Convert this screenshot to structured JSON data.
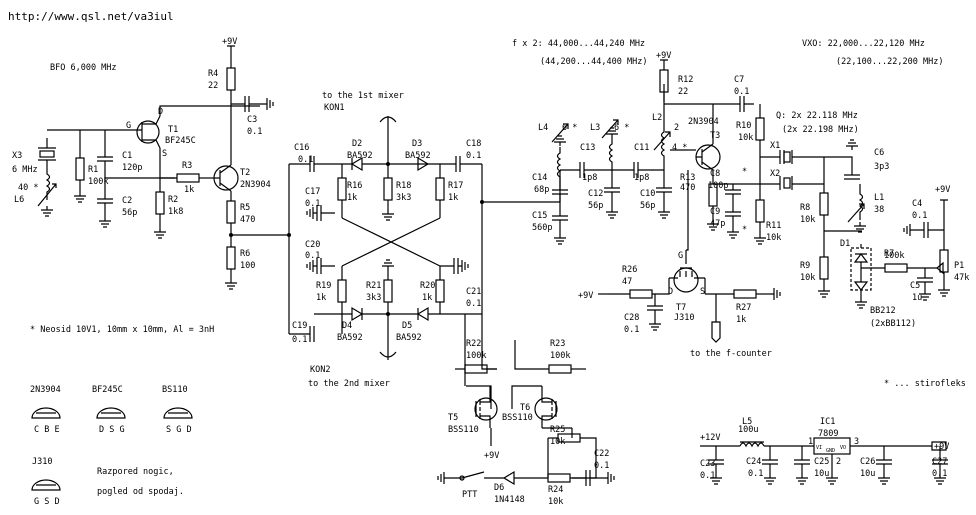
{
  "header": {
    "url": "http://www.qsl.net/va3iul",
    "bfo": "BFO  6,000 MHz",
    "fx2_line1": "f x 2: 44,000...44,240 MHz",
    "fx2_line2": "(44,200...44,400 MHz)",
    "vxo_line1": "VXO: 22,000...22,120 MHz",
    "vxo_line2": "(22,100...22,200 MHz)"
  },
  "notes": {
    "neosid": "* Neosid 10V1, 10mm x 10mm, Al = 3nH",
    "stirofleks": "* ... stirofleks",
    "pinout_line1": "Razpored nogic,",
    "pinout_line2": "pogled od spodaj."
  },
  "connectors": {
    "kon1": "KON1",
    "kon1_label": "to the 1st mixer",
    "kon2": "KON2",
    "kon2_label": "to the 2nd mixer",
    "fcounter": "to the f-counter",
    "ptt": "PTT"
  },
  "rails": {
    "v9": "+9V",
    "v12": "+12V"
  },
  "packages": [
    {
      "name": "2N3904",
      "pins": "C B E"
    },
    {
      "name": "BF245C",
      "pins": "D S G"
    },
    {
      "name": "BS110",
      "pins": "S G D"
    },
    {
      "name": "J310",
      "pins": "G S D"
    }
  ],
  "labels": [
    {
      "id": "x3",
      "t": "X3"
    },
    {
      "id": "x3v",
      "t": "6 MHz"
    },
    {
      "id": "l6v",
      "t": "40 *"
    },
    {
      "id": "l6",
      "t": "L6"
    },
    {
      "id": "r1",
      "t": "R1"
    },
    {
      "id": "r1v",
      "t": "100k"
    },
    {
      "id": "c1",
      "t": "C1"
    },
    {
      "id": "c1v",
      "t": "120p"
    },
    {
      "id": "c2",
      "t": "C2"
    },
    {
      "id": "c2v",
      "t": "56p"
    },
    {
      "id": "t1",
      "t": "T1"
    },
    {
      "id": "t1v",
      "t": "BF245C"
    },
    {
      "id": "t1g",
      "t": "G"
    },
    {
      "id": "t1d",
      "t": "D"
    },
    {
      "id": "t1s",
      "t": "S"
    },
    {
      "id": "r3",
      "t": "R3"
    },
    {
      "id": "r3v",
      "t": "1k"
    },
    {
      "id": "r2",
      "t": "R2"
    },
    {
      "id": "r2v",
      "t": "1k8"
    },
    {
      "id": "r4",
      "t": "R4"
    },
    {
      "id": "r4v",
      "t": "22"
    },
    {
      "id": "c3",
      "t": "C3"
    },
    {
      "id": "c3v",
      "t": "0.1"
    },
    {
      "id": "t2",
      "t": "T2"
    },
    {
      "id": "t2v",
      "t": "2N3904"
    },
    {
      "id": "r5",
      "t": "R5"
    },
    {
      "id": "r5v",
      "t": "470"
    },
    {
      "id": "r6",
      "t": "R6"
    },
    {
      "id": "r6v",
      "t": "100"
    },
    {
      "id": "c16",
      "t": "C16"
    },
    {
      "id": "c16v",
      "t": "0.1"
    },
    {
      "id": "d2",
      "t": "D2"
    },
    {
      "id": "d2v",
      "t": "BA592"
    },
    {
      "id": "d3",
      "t": "D3"
    },
    {
      "id": "d3v",
      "t": "BA592"
    },
    {
      "id": "c18",
      "t": "C18"
    },
    {
      "id": "c18v",
      "t": "0.1"
    },
    {
      "id": "c17",
      "t": "C17"
    },
    {
      "id": "c17v",
      "t": "0.1"
    },
    {
      "id": "r16",
      "t": "R16"
    },
    {
      "id": "r16v",
      "t": "1k"
    },
    {
      "id": "r18",
      "t": "R18"
    },
    {
      "id": "r18v",
      "t": "3k3"
    },
    {
      "id": "r17",
      "t": "R17"
    },
    {
      "id": "r17v",
      "t": "1k"
    },
    {
      "id": "c20",
      "t": "C20"
    },
    {
      "id": "c20v",
      "t": "0.1"
    },
    {
      "id": "r19",
      "t": "R19"
    },
    {
      "id": "r19v",
      "t": "1k"
    },
    {
      "id": "r21",
      "t": "R21"
    },
    {
      "id": "r21v",
      "t": "3k3"
    },
    {
      "id": "r20",
      "t": "R20"
    },
    {
      "id": "r20v",
      "t": "1k"
    },
    {
      "id": "c21",
      "t": "C21"
    },
    {
      "id": "c21v",
      "t": "0.1"
    },
    {
      "id": "c19",
      "t": "C19"
    },
    {
      "id": "c19v",
      "t": "0.1"
    },
    {
      "id": "d4",
      "t": "D4"
    },
    {
      "id": "d4v",
      "t": "BA592"
    },
    {
      "id": "d5",
      "t": "D5"
    },
    {
      "id": "d5v",
      "t": "BA592"
    },
    {
      "id": "r22",
      "t": "R22"
    },
    {
      "id": "r22v",
      "t": "100k"
    },
    {
      "id": "r23",
      "t": "R23"
    },
    {
      "id": "r23v",
      "t": "100k"
    },
    {
      "id": "t5",
      "t": "T5"
    },
    {
      "id": "t5v",
      "t": "BSS110"
    },
    {
      "id": "t6",
      "t": "T6"
    },
    {
      "id": "t6v",
      "t": "BSS110"
    },
    {
      "id": "r25",
      "t": "R25"
    },
    {
      "id": "r25v",
      "t": "10k"
    },
    {
      "id": "c22",
      "t": "C22"
    },
    {
      "id": "c22v",
      "t": "0.1"
    },
    {
      "id": "d6",
      "t": "D6"
    },
    {
      "id": "d6v",
      "t": "1N4148"
    },
    {
      "id": "r24",
      "t": "R24"
    },
    {
      "id": "r24v",
      "t": "10k"
    },
    {
      "id": "l4",
      "t": "L4"
    },
    {
      "id": "l4v",
      "t": "6 *"
    },
    {
      "id": "l3",
      "t": "L3"
    },
    {
      "id": "l3v",
      "t": "6 *"
    },
    {
      "id": "l2",
      "t": "L2"
    },
    {
      "id": "l2a",
      "t": "2"
    },
    {
      "id": "l2b",
      "t": "4 *"
    },
    {
      "id": "c14",
      "t": "C14"
    },
    {
      "id": "c14v",
      "t": "68p"
    },
    {
      "id": "c15",
      "t": "C15"
    },
    {
      "id": "c15v",
      "t": "560p"
    },
    {
      "id": "c13",
      "t": "C13"
    },
    {
      "id": "c13v",
      "t": "1p8"
    },
    {
      "id": "c11",
      "t": "C11"
    },
    {
      "id": "c11v",
      "t": "1p8"
    },
    {
      "id": "c12",
      "t": "C12"
    },
    {
      "id": "c12v",
      "t": "56p"
    },
    {
      "id": "c10",
      "t": "C10"
    },
    {
      "id": "c10v",
      "t": "56p"
    },
    {
      "id": "r12",
      "t": "R12"
    },
    {
      "id": "r12v",
      "t": "22"
    },
    {
      "id": "c7",
      "t": "C7"
    },
    {
      "id": "c7v",
      "t": "0.1"
    },
    {
      "id": "t3",
      "t": "T3"
    },
    {
      "id": "t3v",
      "t": "2N3904"
    },
    {
      "id": "r10",
      "t": "R10"
    },
    {
      "id": "r10v",
      "t": "10k"
    },
    {
      "id": "r13",
      "t": "R13"
    },
    {
      "id": "r13v",
      "t": "470"
    },
    {
      "id": "c8",
      "t": "C8"
    },
    {
      "id": "c8v",
      "t": "100p"
    },
    {
      "id": "c8s",
      "t": "*"
    },
    {
      "id": "c9",
      "t": "C9"
    },
    {
      "id": "c9v",
      "t": "47p"
    },
    {
      "id": "c9s",
      "t": "*"
    },
    {
      "id": "r11",
      "t": "R11"
    },
    {
      "id": "r11v",
      "t": "10k"
    },
    {
      "id": "q",
      "t": "Q: 2x 22.118 MHz"
    },
    {
      "id": "q2",
      "t": "(2x 22.198 MHz)"
    },
    {
      "id": "x1",
      "t": "X1"
    },
    {
      "id": "x2",
      "t": "X2"
    },
    {
      "id": "c6",
      "t": "C6"
    },
    {
      "id": "c6v",
      "t": "3p3"
    },
    {
      "id": "l1",
      "t": "L1"
    },
    {
      "id": "l1v",
      "t": "38"
    },
    {
      "id": "r8",
      "t": "R8"
    },
    {
      "id": "r8v",
      "t": "10k"
    },
    {
      "id": "r9",
      "t": "R9"
    },
    {
      "id": "r9v",
      "t": "10k"
    },
    {
      "id": "d1",
      "t": "D1"
    },
    {
      "id": "r7",
      "t": "R7"
    },
    {
      "id": "r7v",
      "t": "100k"
    },
    {
      "id": "c4",
      "t": "C4"
    },
    {
      "id": "c4v",
      "t": "0.1"
    },
    {
      "id": "c5",
      "t": "C5"
    },
    {
      "id": "c5v",
      "t": "1u"
    },
    {
      "id": "p1",
      "t": "P1"
    },
    {
      "id": "p1v",
      "t": "47k"
    },
    {
      "id": "bb",
      "t": "BB212"
    },
    {
      "id": "bb2",
      "t": "(2xBB112)"
    },
    {
      "id": "r26",
      "t": "R26"
    },
    {
      "id": "r26v",
      "t": "47"
    },
    {
      "id": "c28",
      "t": "C28"
    },
    {
      "id": "c28v",
      "t": "0.1"
    },
    {
      "id": "t7",
      "t": "T7"
    },
    {
      "id": "t7v",
      "t": "J310"
    },
    {
      "id": "t7g",
      "t": "G"
    },
    {
      "id": "t7d",
      "t": "D"
    },
    {
      "id": "t7s",
      "t": "S"
    },
    {
      "id": "r27",
      "t": "R27"
    },
    {
      "id": "r27v",
      "t": "1k"
    },
    {
      "id": "l5",
      "t": "L5"
    },
    {
      "id": "l5v",
      "t": "100u"
    },
    {
      "id": "ic1",
      "t": "IC1"
    },
    {
      "id": "ic1v",
      "t": "7809"
    },
    {
      "id": "ic1p1",
      "t": "1"
    },
    {
      "id": "ic1p2",
      "t": "2"
    },
    {
      "id": "ic1p3",
      "t": "3"
    },
    {
      "id": "ic1vi",
      "t": "VI"
    },
    {
      "id": "ic1gnd",
      "t": "GND"
    },
    {
      "id": "ic1vo",
      "t": "VO"
    },
    {
      "id": "c23",
      "t": "C23"
    },
    {
      "id": "c23v",
      "t": "0.1"
    },
    {
      "id": "c24",
      "t": "C24"
    },
    {
      "id": "c24v",
      "t": "0.1"
    },
    {
      "id": "c25",
      "t": "C25"
    },
    {
      "id": "c25v",
      "t": "10u"
    },
    {
      "id": "c26",
      "t": "C26"
    },
    {
      "id": "c26v",
      "t": "10u"
    },
    {
      "id": "c27",
      "t": "C27"
    },
    {
      "id": "c27v",
      "t": "0.1"
    }
  ]
}
